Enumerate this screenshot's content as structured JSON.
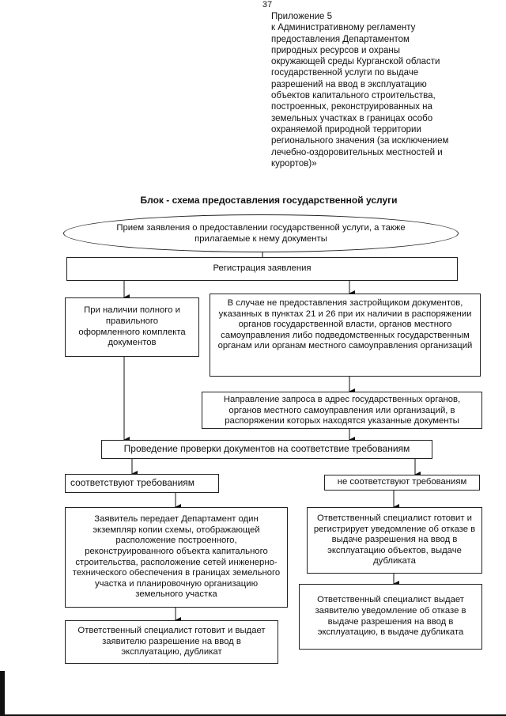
{
  "page_number": "37",
  "appendix_lines": [
    "Приложение 5",
    "к Административному регламенту",
    "предоставления Департаментом",
    "природных ресурсов и охраны",
    "окружающей среды Курганской области",
    "государственной услуги по выдаче",
    "разрешений на ввод в эксплуатацию",
    "объектов капитального строительства,",
    "построенных, реконструированных на",
    "земельных участках в границах особо",
    "охраняемой природной территории",
    "регионального значения (за исключением",
    "лечебно-оздоровительных местностей и",
    "курортов)»"
  ],
  "title": "Блок - схема предоставления государственной услуги",
  "nodes": {
    "reception": "Прием заявления о предоставлении государственной услуги, а также прилагаемые к нему документы",
    "registration": "Регистрация заявления",
    "complete_docs": "При наличии полного и правильного оформленного комплекта документов",
    "not_provided": "В случае не предоставления застройщиком документов, указанных в пунктах 21 и 26 при их наличии в распоряжении органов государственной власти, органов местного самоуправления либо подведомственных государственным органам или органам местного самоуправления организаций",
    "request": "Направление запроса в адрес государственных органов, органов местного самоуправления или организаций, в распоряжении которых находятся указанные документы",
    "verification": "Проведение проверки документов на соответствие требованиям",
    "compliant": "соответствуют требованиям",
    "non_compliant": "не соответствуют требованиям",
    "applicant_transfers": "Заявитель передает Департамент один экземпляр копии схемы, отображающей расположение построенного, реконструированного объекта капитального строительства, расположение сетей инженерно-технического обеспечения в границах земельного участка и планировочную организацию земельного участка",
    "specialist_permit": "Ответственный специалист готовит и выдает заявителю разрешение на ввод в эксплуатацию, дубликат",
    "specialist_prepares_refusal": "Ответственный специалист готовит и регистрирует уведомление об отказе в выдаче разрешения на ввод в эксплуатацию объектов, выдаче дубликата",
    "specialist_issues_refusal": "Ответственный специалист выдает заявителю уведомление об отказе в выдаче разрешения на ввод в эксплуатацию, в выдаче дубликата"
  }
}
